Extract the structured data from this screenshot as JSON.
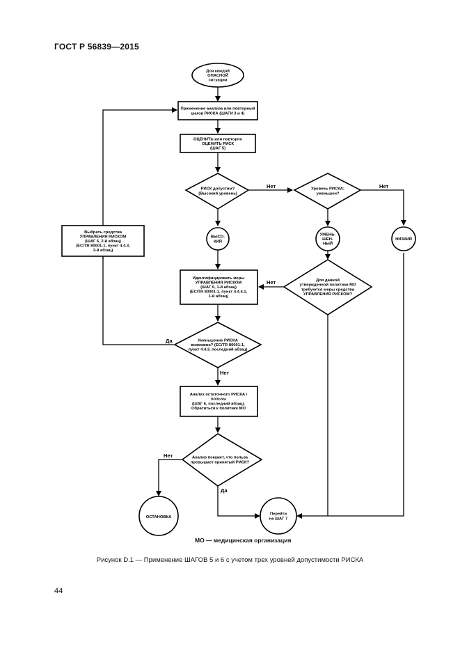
{
  "header": {
    "standard": "ГОСТ Р 56839—2015"
  },
  "nodes": {
    "start": [
      "Для каждой",
      "ОПАСНОЙ",
      "ситуации"
    ],
    "apply": [
      "Применение анализа или повторный",
      "шагов РИСКА (ШАГИ 3 и 4)"
    ],
    "evaluate": [
      "ОЦЕНИТЬ или повторно",
      "ОЦЕНИТЬ РИСК",
      "(ШАГ 5)"
    ],
    "acceptable": [
      "РИСК допустим?",
      "(Высокий уровень)"
    ],
    "level": [
      "Уровень РИСКА:",
      "уменьшен?"
    ],
    "high": [
      "ВЫСО-",
      "КИЙ"
    ],
    "medium": [
      "УМЕНЬ-",
      "ШЕН-",
      "НЫЙ"
    ],
    "low": [
      "НИЗКИЙ"
    ],
    "choose": [
      "Выбрать средства",
      "УПРАВЛЕНИЯ РИСКОМ",
      "(ШАГ 6, 2-й абзац)",
      "(ЕС/TR 80001-1, пункт 4.4.3,",
      "3-й абзац)"
    ],
    "implement": [
      "Идентифицировать меры",
      "УПРАВЛЕНИЯ РИСКОМ",
      "(ШАГ 6, 1-й абзац)",
      "(ЕС/TR 80001-1, пункт 4.4.4.1,",
      "1-й абзац)"
    ],
    "mo_required": [
      "Для данной",
      "утвержденной политики МО",
      "требуются меры средства",
      "УПРАВЛЕНИЯ РИСКОМ?"
    ],
    "reduced": [
      "Уменьшение РИСКА",
      "возможно? (ЕС/TR 80001-1,",
      "пункт 4.4.3, последний абзац)"
    ],
    "residual": [
      "Анализ остаточного РИСКА /",
      "пользы",
      "(ШАГ 6, последний абзац).",
      "Обратиться к политике МО"
    ],
    "benefit": [
      "Анализ покажет, что польза",
      "превышает принятый РИСК?"
    ],
    "stop": [
      "ОСТАНОВКА"
    ],
    "goto": [
      "Перейти",
      "на ШАГ 7"
    ]
  },
  "labels": {
    "yes": "Да",
    "no": "Нет"
  },
  "legend": "МО — медицинская организация",
  "caption": "Рисунок D.1 — Применение ШАГОВ 5 и 6 с учетом трех уровней допустимости РИСКА",
  "page_number": "44"
}
